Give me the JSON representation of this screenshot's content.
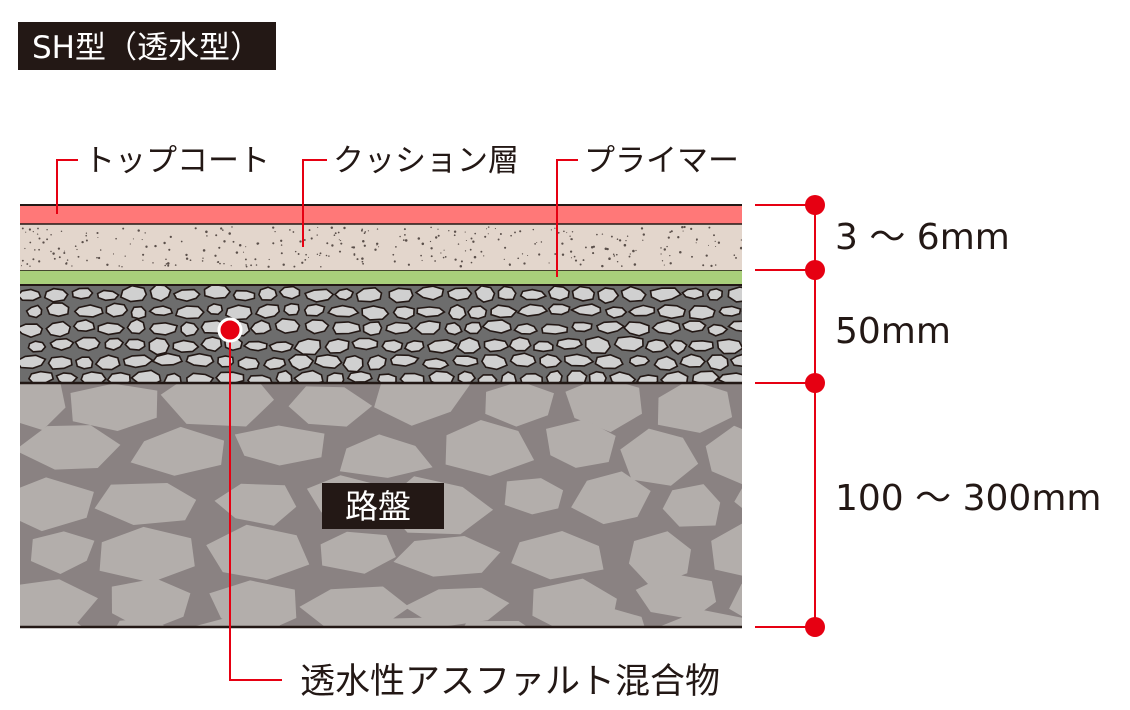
{
  "title": "SH型（透水型）",
  "labels": {
    "topcoat": "トップコート",
    "cushion": "クッション層",
    "primer": "プライマー",
    "asphalt": "透水性アスファルト混合物",
    "roadbed": "路盤"
  },
  "dimensions": {
    "surface": "3 ～ 6mm",
    "asphalt": "50mm",
    "roadbed": "100 ～ 300mm"
  },
  "colors": {
    "accent": "#e60012",
    "topcoat": "#ff7878",
    "cushion": "#e3d6cc",
    "primer": "#a9cf7b",
    "asphalt_bg": "#6d6d6d",
    "pebble": "#d0d0d0",
    "roadbed_bg": "#8a8282",
    "roadbed_stone": "#b3aeab",
    "title_bg": "#231815"
  }
}
